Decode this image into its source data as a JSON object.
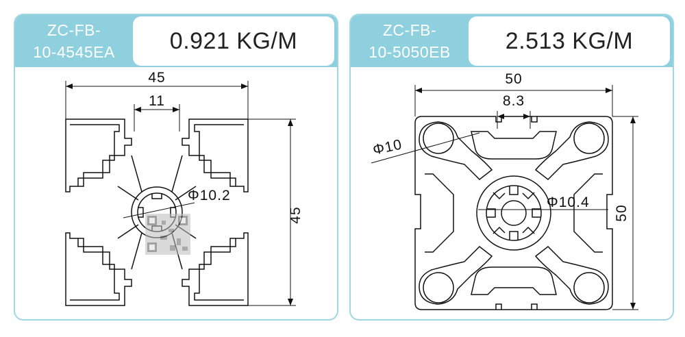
{
  "left_card": {
    "code_line1": "ZC-FB-",
    "code_line2": "10-4545EA",
    "weight": "0.921 KG/M",
    "dims": {
      "width": "45",
      "slot": "11",
      "height": "45",
      "bore": "Φ10.2"
    }
  },
  "right_card": {
    "code_line1": "ZC-FB-",
    "code_line2": "10-5050EB",
    "weight": "2.513 KG/M",
    "dims": {
      "width": "50",
      "slot": "8.3",
      "height": "50",
      "bore": "Φ10.4",
      "corner_hole": "Φ10"
    }
  },
  "colors": {
    "accent": "#8fd0df",
    "border": "#9fd6e3",
    "line": "#111111"
  }
}
